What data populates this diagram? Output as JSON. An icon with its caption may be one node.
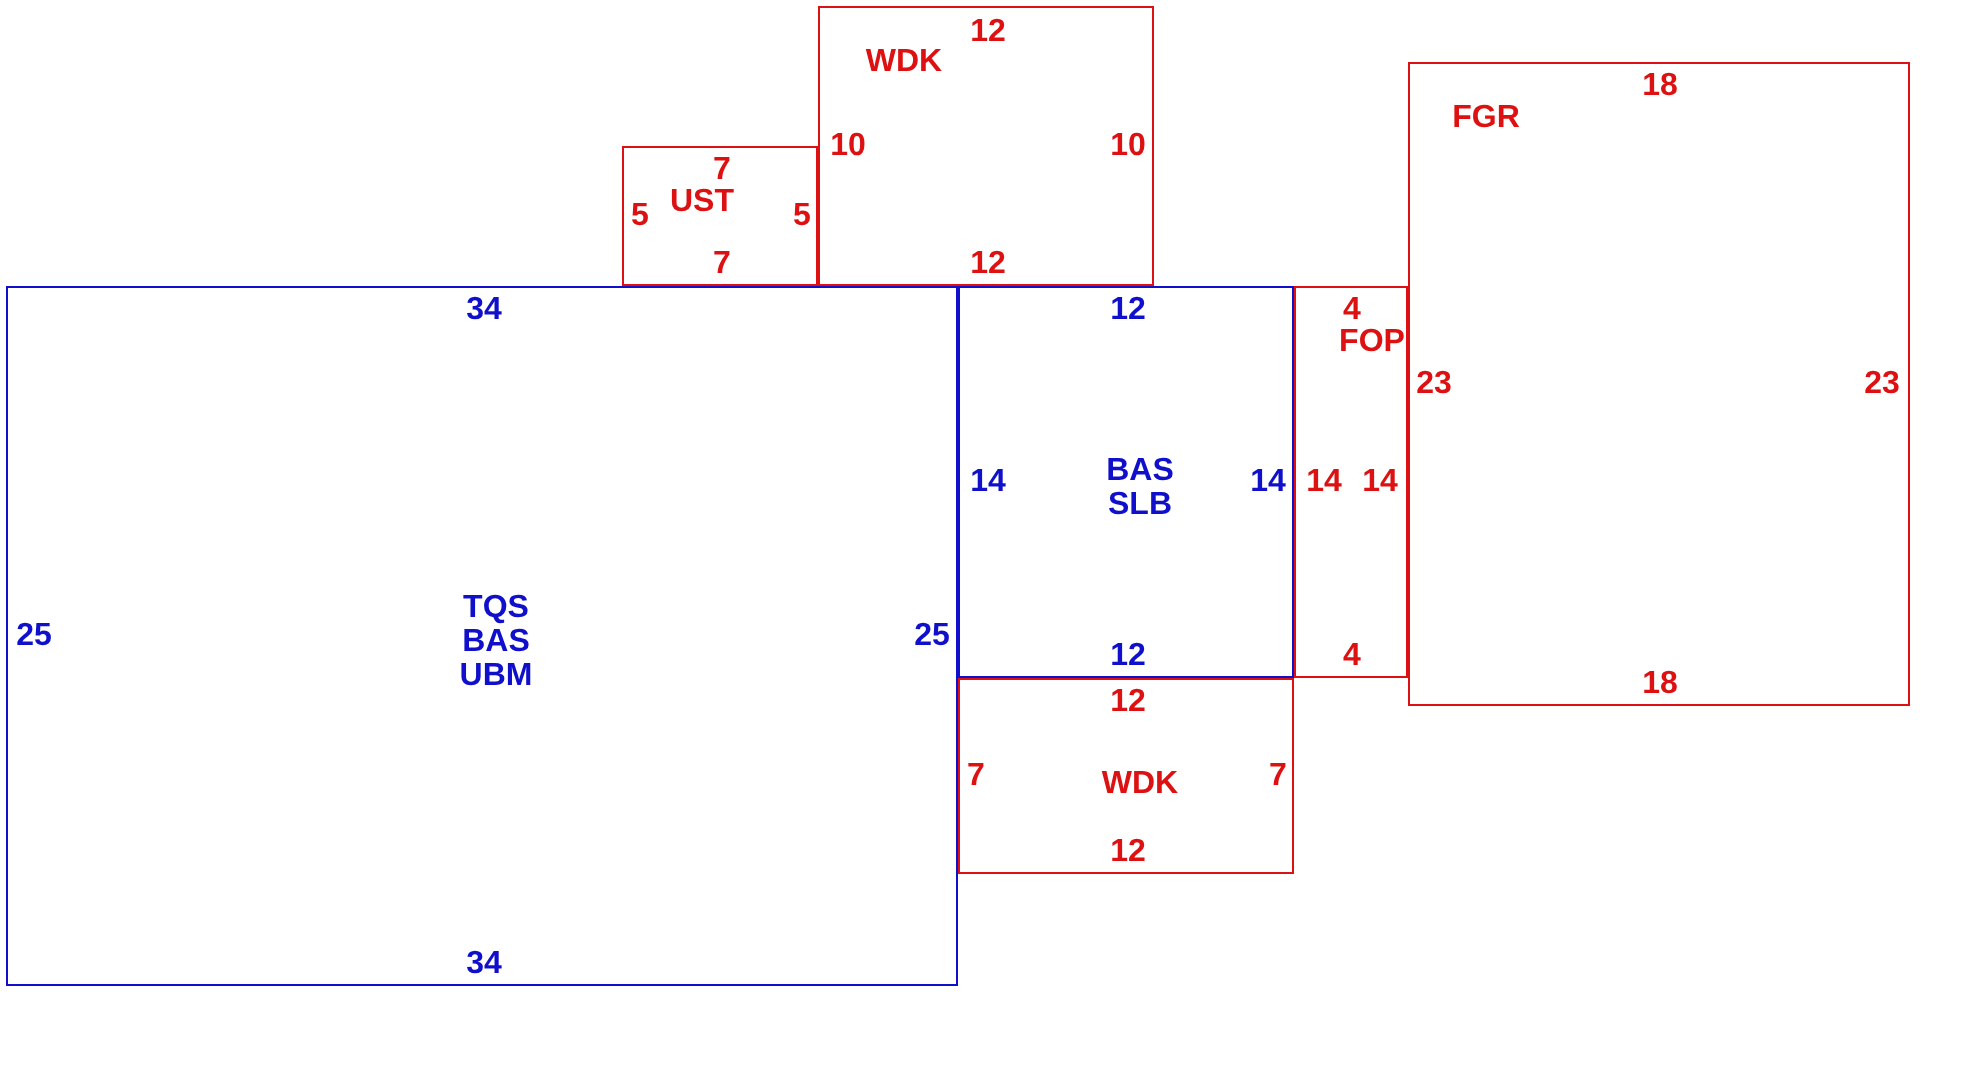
{
  "diagram": {
    "nodes": [
      {
        "text": [
          "WDK",
          "12",
          "10",
          "10",
          "12"
        ]
      },
      {
        "text": [
          "FGR",
          "18",
          "23",
          "23",
          "18"
        ]
      },
      {
        "text": [
          "UST",
          "7",
          "5",
          "5",
          "7"
        ]
      },
      {
        "text": [
          "TQS BAS UBM",
          "34",
          "25",
          "25",
          "34"
        ]
      },
      {
        "text": [
          "BAS SLB",
          "12",
          "14",
          "14",
          "12"
        ]
      },
      {
        "text": [
          "FOP",
          "4",
          "14",
          "14",
          "4"
        ]
      },
      {
        "text": [
          "WDK",
          "12",
          "7",
          "7",
          "12"
        ]
      }
    ],
    "edges": []
  }
}
